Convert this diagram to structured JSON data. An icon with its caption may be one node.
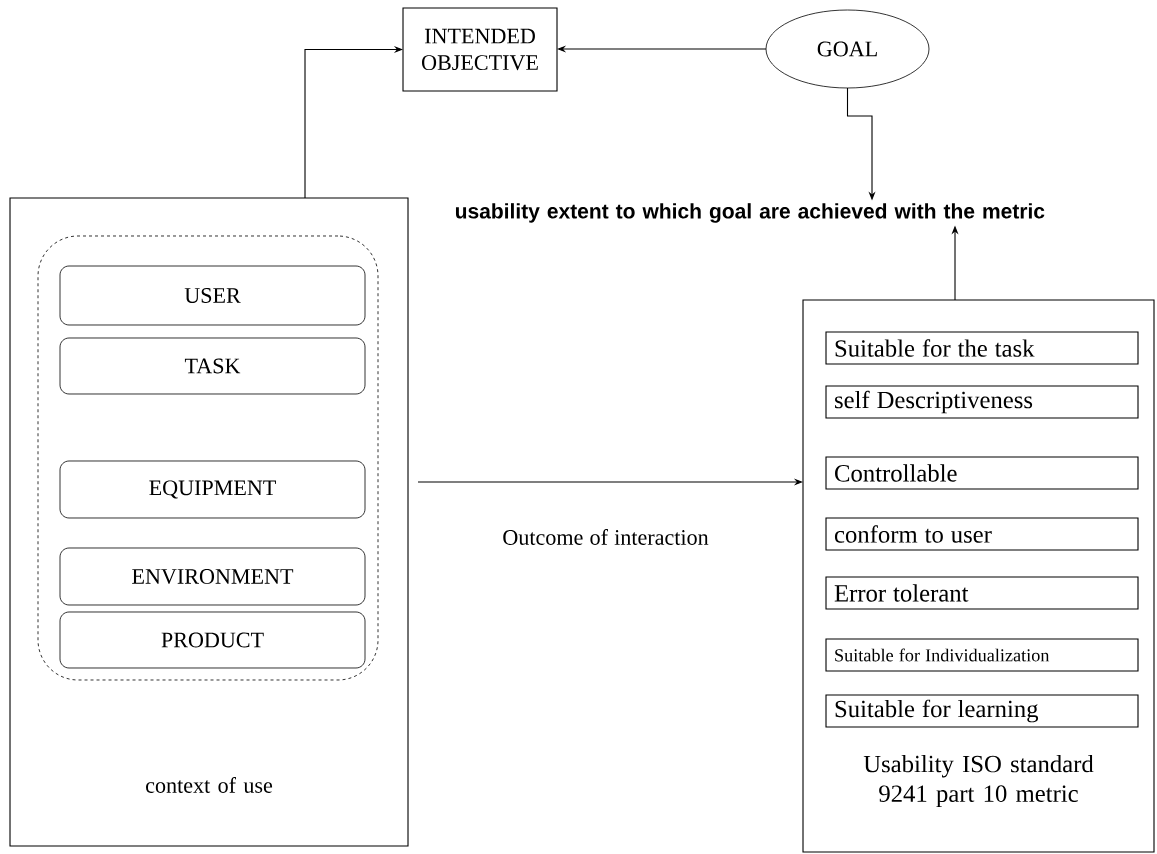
{
  "diagram": {
    "nodes": [
      {
        "text": [
          "INTENDED OBJECTIVE"
        ]
      },
      {
        "text": [
          "GOAL"
        ]
      },
      {
        "text": [
          "usability extent to which goal are achieved with the metric"
        ]
      },
      {
        "text": [
          "context of use"
        ]
      },
      {
        "text": [],
        "shape": "box",
        "in": 3
      },
      {
        "text": [
          "USER"
        ],
        "in": 4
      },
      {
        "text": [
          "TASK"
        ],
        "in": 4
      },
      {
        "text": [
          "EQUIPMENT"
        ],
        "in": 4
      },
      {
        "text": [
          "ENVIRONMENT"
        ],
        "in": 4
      },
      {
        "text": [
          "PRODUCT"
        ],
        "in": 4
      },
      {
        "text": [
          "Usability ISO standard 9241 part 10 metric"
        ]
      },
      {
        "text": [
          "Suitable for the task"
        ],
        "in": 10
      },
      {
        "text": [
          "self Descriptiveness"
        ],
        "in": 10
      },
      {
        "text": [
          "Controllable"
        ],
        "in": 10
      },
      {
        "text": [
          "conform to user"
        ],
        "in": 10
      },
      {
        "text": [
          "Error tolerant"
        ],
        "in": 10
      },
      {
        "text": [
          "Suitable for Individualization"
        ],
        "in": 10
      },
      {
        "text": [
          "Suitable for learning"
        ],
        "in": 10
      }
    ],
    "edges": [
      {
        "from": 3,
        "to": 0,
        "arrow": "to"
      },
      {
        "from": 1,
        "to": 0,
        "arrow": "to"
      },
      {
        "from": 1,
        "to": 2,
        "arrow": "to"
      },
      {
        "from": 10,
        "to": 2,
        "arrow": "to"
      },
      {
        "from": 3,
        "to": 10,
        "arrow": "to",
        "label": "Outcome of interaction"
      }
    ]
  }
}
